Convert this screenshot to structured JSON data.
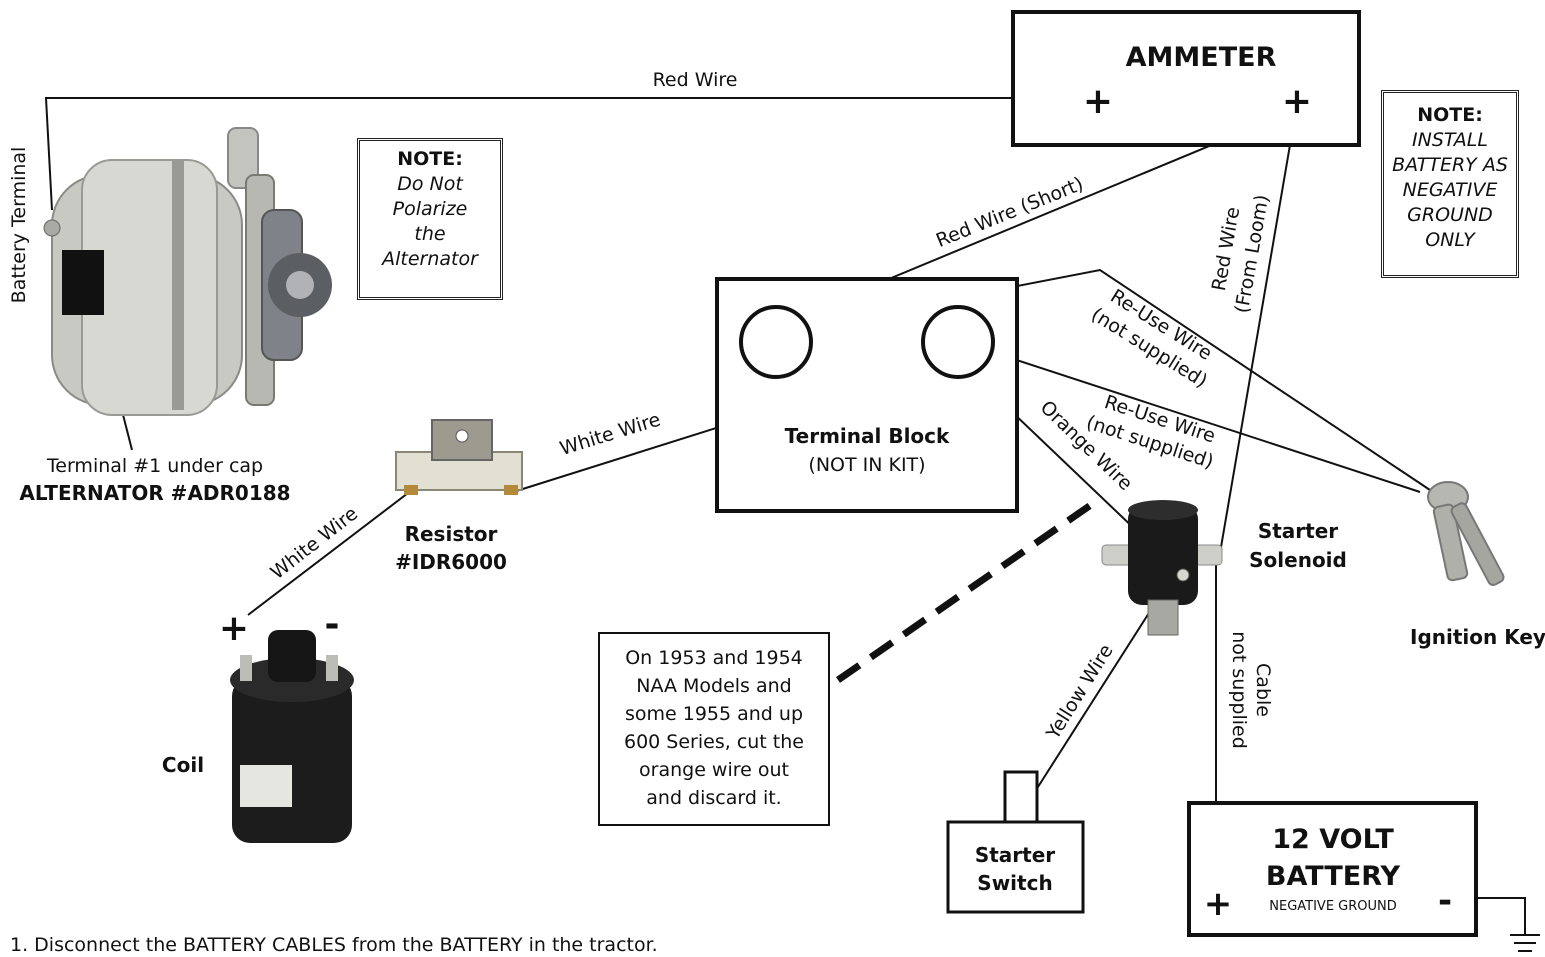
{
  "ammeter": {
    "title": "AMMETER",
    "left_terminal": "+",
    "right_terminal": "+"
  },
  "note_polarize": {
    "title": "NOTE:",
    "lines": [
      "Do Not",
      "Polarize",
      "the",
      "Alternator"
    ]
  },
  "note_battery": {
    "title": "NOTE:",
    "lines": [
      "INSTALL",
      "BATTERY AS",
      "NEGATIVE",
      "GROUND",
      "ONLY"
    ]
  },
  "alternator": {
    "battery_terminal_label": "Battery Terminal",
    "terminal_label": "Terminal #1 under cap",
    "name": "ALTERNATOR #ADR0188"
  },
  "resistor": {
    "line1": "Resistor",
    "line2": "#IDR6000"
  },
  "coil": {
    "name": "Coil",
    "plus": "+",
    "minus": "-"
  },
  "terminal_block": {
    "name": "Terminal Block",
    "note": "(NOT IN KIT)"
  },
  "starter_solenoid": {
    "line1": "Starter",
    "line2": "Solenoid"
  },
  "ignition_key": {
    "name": "Ignition Key"
  },
  "starter_switch": {
    "line1": "Starter",
    "line2": "Switch"
  },
  "battery": {
    "line1": "12 VOLT",
    "line2": "BATTERY",
    "sub": "NEGATIVE GROUND",
    "plus": "+",
    "minus": "-"
  },
  "info_box": {
    "lines": [
      "On 1953 and 1954",
      "NAA Models and",
      "some 1955 and up",
      "600 Series, cut the",
      "orange wire out",
      "and discard it."
    ]
  },
  "wires": {
    "red_top": "Red Wire",
    "red_short": "Red Wire (Short)",
    "red_loom_1": "Red Wire",
    "red_loom_2": "(From Loom)",
    "reuse_1a": "Re-Use Wire",
    "reuse_1b": "(not supplied)",
    "reuse_2a": "Re-Use Wire",
    "reuse_2b": "(not supplied)",
    "orange": "Orange Wire",
    "white_block": "White Wire",
    "white_coil": "White Wire",
    "yellow": "Yellow Wire",
    "cable_1": "Cable",
    "cable_2": "not supplied"
  },
  "instructions": {
    "step1": "1.   Disconnect the BATTERY CABLES from the BATTERY in the tractor."
  }
}
